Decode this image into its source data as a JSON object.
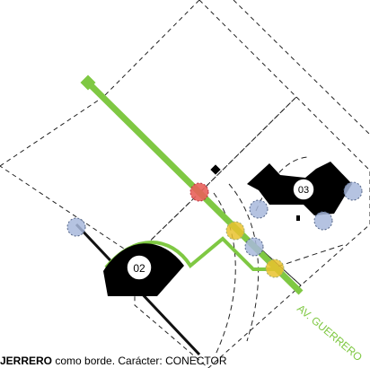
{
  "zones": {
    "zone_02": "02",
    "zone_03": "03"
  },
  "street": {
    "label": "AV. GUERRERO",
    "color": "#7fc843"
  },
  "caption": {
    "street_name": "JERRERO",
    "connector_text": " como borde. Carácter",
    "colon": ":",
    "type": " CONECTOR"
  },
  "node_colors": {
    "red": "#e8605a",
    "yellow": "#e9c22e",
    "blue": "#a8b8dc"
  }
}
